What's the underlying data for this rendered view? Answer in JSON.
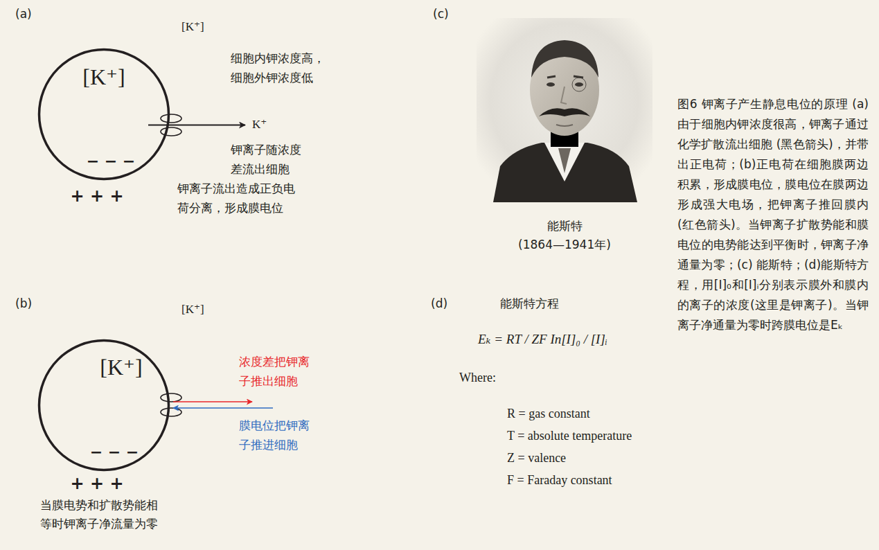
{
  "diagram": {
    "caption": "图6 钾离子产生静息电位的原理 (a)由于细胞内钾浓度很高，钾离子通过化学扩散流出细胞 (黑色箭头)，并带出正电荷；(b)正电荷在细胞膜两边积累，形成膜电位，膜电位在膜两边形成强大电场，把钾离子推回膜内(红色箭头)。当钾离子扩散势能和膜电位的电势能达到平衡时，钾离子净通量为零；(c) 能斯特；(d)能斯特方程，用[I]₀和[I]ᵢ分别表示膜外和膜内的离子的浓度(这里是钾离子)。当钾离子净通量为零时跨膜电位是Eₖ",
    "nodes": [
      {
        "text": [
          "[K⁺]",
          "− − −"
        ]
      },
      {
        "text": [
          "[K⁺]",
          "− − −"
        ]
      }
    ],
    "labels": [
      "(a)",
      "[K⁺]",
      "细胞内钾浓度高，细胞外钾浓度低",
      "K⁺",
      "钾离子随浓度差流出细胞",
      "+ + +",
      "钾离子流出造成正负电荷分离，形成膜电位",
      "(b)",
      "[K⁺]",
      "浓度差把钾离子推出细胞",
      "膜电位把钾离子推进细胞",
      "+ + +",
      "当膜电势和扩散势能相等时钾离子净流量为零",
      "(c)",
      "能斯特",
      "(1864—1941年)",
      "(d)",
      "能斯特方程",
      "Eₖ = RT / ZF In[I]₀ / [I]ᵢ",
      "Where:",
      "R = gas constant",
      "T = absolute temperature",
      "Z = valence",
      "F = Faraday constant"
    ]
  }
}
